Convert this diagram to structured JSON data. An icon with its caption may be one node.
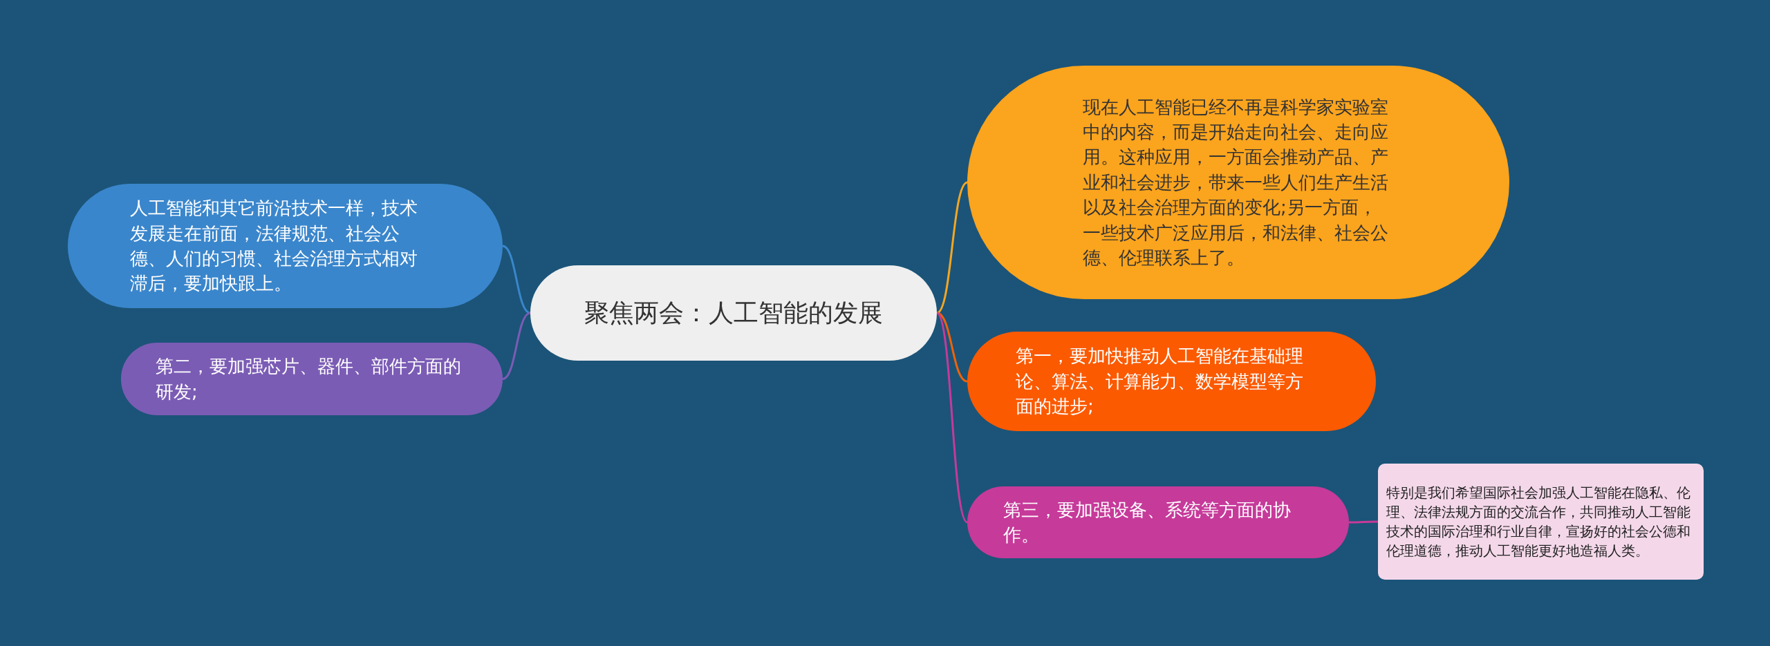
{
  "diagram": {
    "nodes": [
      {
        "text": [
          "聚焦两会：人工智能的发展"
        ]
      },
      {
        "text": [
          "人工智能和其它前沿技术一样，技术发展走在前面，法律规范、社会公德、人们的习惯、社会治理方式相对滞后，要加快跟上。"
        ]
      },
      {
        "text": [
          "第二，要加强芯片、器件、部件方面的研发;"
        ]
      },
      {
        "text": [
          "现在人工智能已经不再是科学家实验室中的内容，而是开始走向社会、走向应用。这种应用，一方面会推动产品、产业和社会进步，带来一些人们生产生活以及社会治理方面的变化;另一方面，一些技术广泛应用后，和法律、社会公德、伦理联系上了。"
        ]
      },
      {
        "text": [
          "第一，要加快推动人工智能在基础理论、算法、计算能力、数学模型等方面的进步;"
        ]
      },
      {
        "text": [
          "第三，要加强设备、系统等方面的协作。"
        ]
      },
      {
        "text": [
          "特别是我们希望国际社会加强人工智能在隐私、伦理、法律法规方面的交流合作，共同推动人工智能技术的国际治理和行业自律，宣扬好的社会公德和伦理道德，推动人工智能更好地造福人类。"
        ]
      }
    ],
    "edges": [
      {
        "from": 0,
        "to": 1,
        "arrow": "none",
        "color": "#3a86cc"
      },
      {
        "from": 0,
        "to": 2,
        "arrow": "none",
        "color": "#7b5cb5"
      },
      {
        "from": 0,
        "to": 3,
        "arrow": "none",
        "color": "#f5a623"
      },
      {
        "from": 0,
        "to": 4,
        "arrow": "none",
        "color": "#f0620a"
      },
      {
        "from": 0,
        "to": 5,
        "arrow": "none",
        "color": "#c63a9a"
      },
      {
        "from": 5,
        "to": 6,
        "arrow": "none",
        "color": "#c63a9a"
      }
    ]
  }
}
